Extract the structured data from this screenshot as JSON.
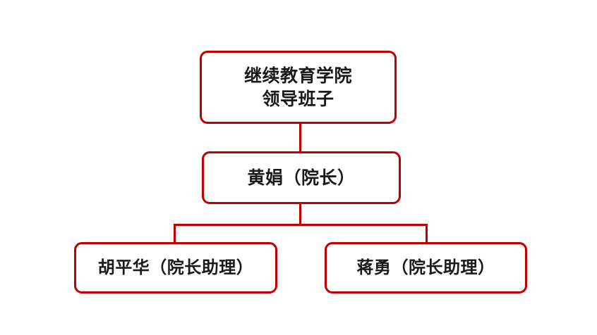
{
  "diagram": {
    "type": "organization-chart",
    "title": "继续教育学院领导班子",
    "background_color": "#FFFFFF",
    "line_color": "#C00000",
    "box_border_color": "#C00000",
    "box_fill_color": "#FFFFFF",
    "text_color": "#1A1A1A",
    "nodes": [
      {
        "id": "root",
        "label": "继续教育学院\n领导班子",
        "level": 0
      },
      {
        "id": "dean",
        "label": "黄娟（院长）",
        "level": 1
      },
      {
        "id": "assistant_1",
        "label": "胡平华（院长助理）",
        "level": 2
      },
      {
        "id": "assistant_2",
        "label": "蒋勇（院长助理）",
        "level": 2
      }
    ],
    "edges": [
      {
        "from": "root",
        "to": "dean"
      },
      {
        "from": "dean",
        "to": "assistant_1"
      },
      {
        "from": "dean",
        "to": "assistant_2"
      }
    ]
  }
}
